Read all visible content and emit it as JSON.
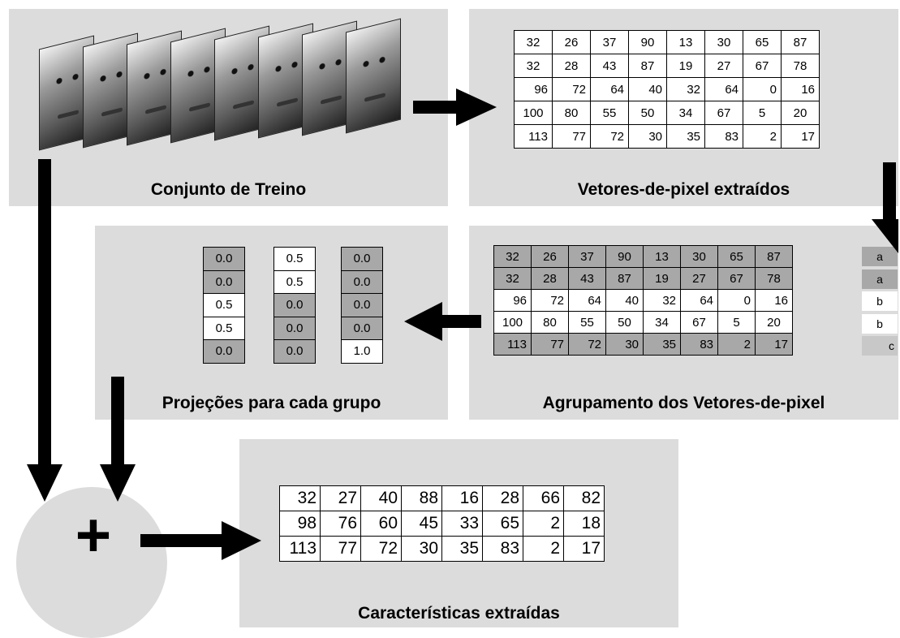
{
  "training_set": {
    "label": "Conjunto de Treino",
    "faces": [
      "face-1",
      "face-2",
      "face-3",
      "face-4",
      "face-5",
      "face-6",
      "face-7",
      "face-8"
    ]
  },
  "pixel_vectors": {
    "label": "Vetores-de-pixel extraídos",
    "rows": [
      [
        "32",
        "26",
        "37",
        "90",
        "13",
        "30",
        "65",
        "87"
      ],
      [
        "32",
        "28",
        "43",
        "87",
        "19",
        "27",
        "67",
        "78"
      ],
      [
        "96",
        "72",
        "64",
        "40",
        "32",
        "64",
        "0",
        "16"
      ],
      [
        "100",
        "80",
        "55",
        "50",
        "34",
        "67",
        "5",
        "20"
      ],
      [
        "113",
        "77",
        "72",
        "30",
        "35",
        "83",
        "2",
        "17"
      ]
    ]
  },
  "grouping": {
    "label": "Agrupamento dos Vetores-de-pixel",
    "rows": [
      [
        "32",
        "26",
        "37",
        "90",
        "13",
        "30",
        "65",
        "87"
      ],
      [
        "32",
        "28",
        "43",
        "87",
        "19",
        "27",
        "67",
        "78"
      ],
      [
        "96",
        "72",
        "64",
        "40",
        "32",
        "64",
        "0",
        "16"
      ],
      [
        "100",
        "80",
        "55",
        "50",
        "34",
        "67",
        "5",
        "20"
      ],
      [
        "113",
        "77",
        "72",
        "30",
        "35",
        "83",
        "2",
        "17"
      ]
    ],
    "group_labels": [
      "a",
      "a",
      "b",
      "b",
      "c"
    ]
  },
  "projections": {
    "label": "Projeções para cada grupo",
    "columns": [
      [
        "0.0",
        "0.0",
        "0.5",
        "0.5",
        "0.0"
      ],
      [
        "0.5",
        "0.5",
        "0.0",
        "0.0",
        "0.0"
      ],
      [
        "0.0",
        "0.0",
        "0.0",
        "0.0",
        "1.0"
      ]
    ]
  },
  "combine": {
    "symbol": "+"
  },
  "features": {
    "label": "Características extraídas",
    "rows": [
      [
        "32",
        "27",
        "40",
        "88",
        "16",
        "28",
        "66",
        "82"
      ],
      [
        "98",
        "76",
        "60",
        "45",
        "33",
        "65",
        "2",
        "18"
      ],
      [
        "113",
        "77",
        "72",
        "30",
        "35",
        "83",
        "2",
        "17"
      ]
    ]
  },
  "colors": {
    "panel": "#dcdcdc",
    "cell_dark": "#a8a8a8",
    "cell_light": "#ffffff",
    "label_a": "#a8a8a8",
    "label_b": "#ffffff",
    "label_c": "#c8c8c8",
    "arrow": "#000000",
    "circle": "#dcdcdc"
  }
}
